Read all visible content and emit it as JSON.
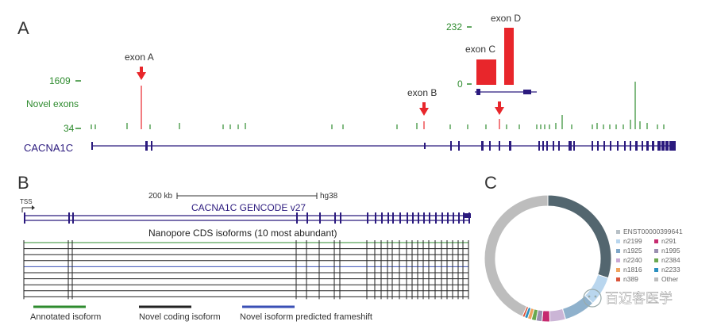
{
  "colors": {
    "green": "#2e8b2e",
    "navy": "#2b1a7e",
    "red": "#e8262b",
    "black": "#222222",
    "blue": "#3a4fb5",
    "grey": "#bdbdbd"
  },
  "panelA": {
    "label": "A",
    "exon_a": "exon A",
    "exon_b": "exon B",
    "exon_c": "exon C",
    "exon_d": "exon D",
    "tick_1609": "1609",
    "tick_34": "34",
    "tick_232": "232",
    "tick_0": "0",
    "novel_exons": "Novel exons",
    "gene": "CACNA1C"
  },
  "panelB": {
    "label": "B",
    "tss": "TSS",
    "scale": "200 kb",
    "assembly": "hg38",
    "track_title": "CACNA1C GENCODE v27",
    "nanopore_title": "Nanopore CDS isoforms (10 most abundant)",
    "legend": [
      {
        "label": "Annotated isoform",
        "color": "#2e8b2e"
      },
      {
        "label": "Novel coding isoform",
        "color": "#222222"
      },
      {
        "label": "Novel isoform predicted frameshift",
        "color": "#3a4fb5"
      }
    ]
  },
  "panelC": {
    "label": "C",
    "legend": [
      {
        "label": "ENST00000399641",
        "color": "#b7c0c6"
      },
      {
        "label": "n2199",
        "color": "#b9d6ee"
      },
      {
        "label": "n291",
        "color": "#c62a6f"
      },
      {
        "label": "n1925",
        "color": "#7fa7c8"
      },
      {
        "label": "n1995",
        "color": "#9a8fb0"
      },
      {
        "label": "n2240",
        "color": "#c9a9d4"
      },
      {
        "label": "n2384",
        "color": "#6aa84f"
      },
      {
        "label": "n1816",
        "color": "#f0a35e"
      },
      {
        "label": "n2233",
        "color": "#2a8fbf"
      },
      {
        "label": "n389",
        "color": "#d9543a"
      },
      {
        "label": "Other",
        "color": "#bdbdbd"
      }
    ],
    "donut_fractions": [
      0.3,
      0.075,
      0.08,
      0.04,
      0.02,
      0.015,
      0.012,
      0.01,
      0.008,
      0.006,
      0.434
    ],
    "donut_colors": [
      "#53666f",
      "#b9d6ee",
      "#8fb1cc",
      "#cbb5d6",
      "#c62a6f",
      "#9a8fb0",
      "#6aa84f",
      "#f0a35e",
      "#2a8fbf",
      "#d9543a",
      "#bdbdbd"
    ]
  },
  "watermark": "百迈客医学"
}
